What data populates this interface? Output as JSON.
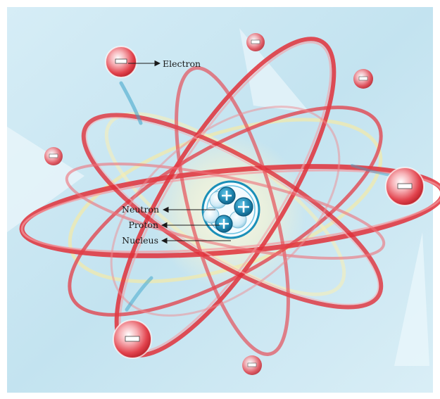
{
  "diagram": {
    "labels": {
      "electron": "Electron",
      "neutron": "Neutron",
      "proton": "Proton",
      "nucleus": "Nucleus"
    },
    "colors": {
      "background": "#c9e6f2",
      "orbit": "#e0303a",
      "electron": "#e23a44",
      "nucleus_ring": "#1a8fb8",
      "proton": "#1f86b0",
      "neutron": "#bfe4f3",
      "label_text": "#1a1a1a",
      "arrow": "#1a1a1a"
    },
    "icons": {
      "electron": "minus-sign",
      "proton": "plus-sign"
    }
  }
}
